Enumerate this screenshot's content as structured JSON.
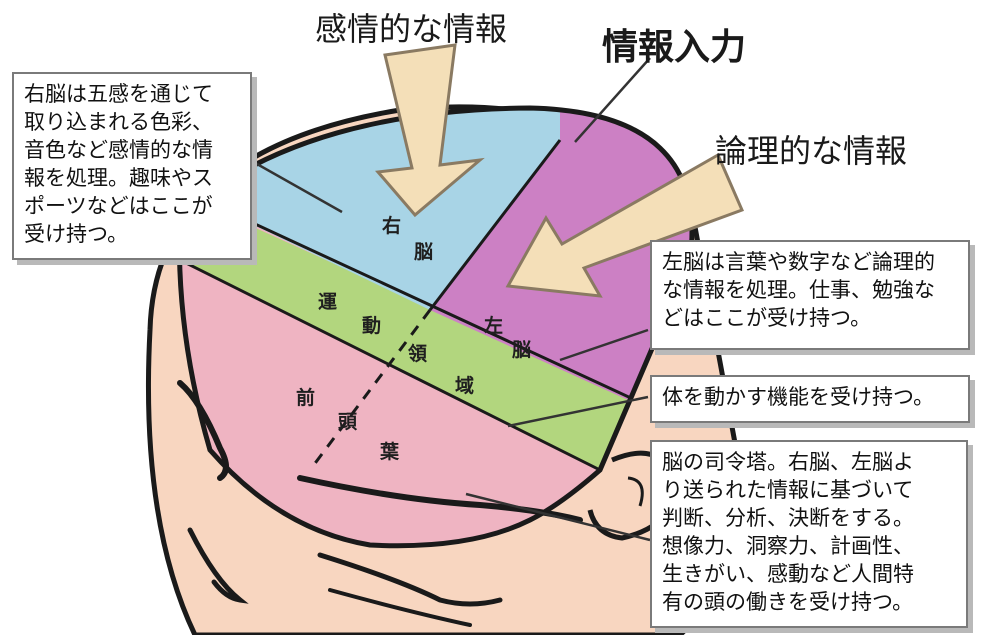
{
  "headers": {
    "emotional": "感情的な情報",
    "input": "情報入力",
    "logical": "論理的な情報"
  },
  "callouts": {
    "right_brain": [
      "右脳は五感を通じて",
      "取り込まれる色彩、",
      "音色など感情的な情",
      "報を処理。趣味やス",
      "ポーツなどはここが",
      "受け持つ。"
    ],
    "left_brain": [
      "左脳は言葉や数字など論理的",
      "な情報を処理。仕事、勉強な",
      "どはここが受け持つ。"
    ],
    "motor": [
      "体を動かす機能を受け持つ。"
    ],
    "frontal": [
      "脳の司令塔。右脳、左脳よ",
      "り送られた情報に基づいて",
      "判断、分析、決断をする。",
      "想像力、洞察力、計画性、",
      "生きがい、感動など人間特",
      "有の頭の働きを受け持つ。"
    ]
  },
  "region_labels": {
    "right_brain": [
      "右",
      "脳"
    ],
    "left_brain": [
      "左",
      "脳"
    ],
    "motor": [
      "運",
      "動",
      "領",
      "域"
    ],
    "frontal": [
      "前",
      "頭",
      "葉"
    ]
  },
  "colors": {
    "right_brain": "#a8d4e6",
    "left_brain": "#cc80c4",
    "motor": "#b2d67e",
    "frontal": "#efb4c2",
    "skin": "#f8d6c0",
    "arrow": "#f4dfb8",
    "outline": "#1a1a1a"
  }
}
